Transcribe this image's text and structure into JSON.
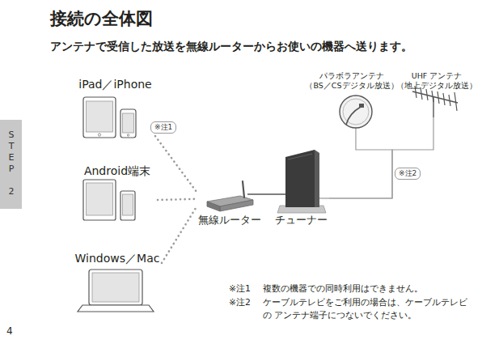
{
  "diagram": {
    "title": "接続の全体図",
    "nodes": [
      {
        "text": [
          "iPad／iPhone"
        ]
      },
      {
        "text": [
          "Android端末"
        ]
      },
      {
        "text": [
          "Windows／Mac"
        ]
      },
      {
        "text": [
          "無線ルーター"
        ]
      },
      {
        "text": [
          "チューナー"
        ]
      },
      {
        "text": [
          "パラボラアンテナ",
          "（BS／CSデジタル放送）"
        ]
      },
      {
        "text": [
          "UHF アンテナ",
          "（地上デジタル放送）"
        ]
      }
    ],
    "edges": [
      {
        "from": 0,
        "to": 3,
        "arrow": "none",
        "label": "※注1"
      },
      {
        "from": 1,
        "to": 3,
        "arrow": "none"
      },
      {
        "from": 2,
        "to": 3,
        "arrow": "none"
      },
      {
        "from": 3,
        "to": 4,
        "arrow": "none"
      },
      {
        "from": 5,
        "to": 4,
        "arrow": "none"
      },
      {
        "from": 6,
        "to": 4,
        "arrow": "none",
        "label": "※注2"
      }
    ],
    "labels": [
      "アンテナで受信した放送を無線ルーターからお使いの機器へ送ります。",
      "STEP 2",
      "※注1",
      "複数の機器での同時利用はできません。",
      "※注2",
      "ケーブルテレビをご利用の場合は、ケーブルテレビの アンテナ端子につないでください。",
      "4"
    ]
  }
}
